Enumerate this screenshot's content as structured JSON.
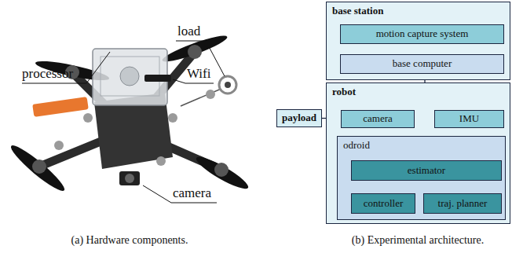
{
  "diagram": {
    "nodes": [
      {
        "text": [
          "base station"
        ]
      },
      {
        "text": [
          "motion capture system"
        ],
        "in": 0
      },
      {
        "text": [
          "base computer"
        ],
        "in": 0
      },
      {
        "text": [
          "robot"
        ]
      },
      {
        "text": [
          "payload"
        ]
      },
      {
        "text": [
          "camera"
        ],
        "in": 3
      },
      {
        "text": [
          "IMU"
        ],
        "in": 3
      },
      {
        "text": [
          "odroid"
        ],
        "in": 3
      },
      {
        "text": [
          "estimator"
        ],
        "in": 7
      },
      {
        "text": [
          "controller"
        ],
        "in": 7
      },
      {
        "text": [
          "traj. planner"
        ],
        "in": 7
      }
    ],
    "edges": [
      {
        "from": 1,
        "to": 2,
        "arrow": "to"
      },
      {
        "from": 2,
        "to": 8,
        "arrow": "to"
      },
      {
        "from": 4,
        "to": 5,
        "arrow": "to"
      },
      {
        "from": 5,
        "to": 8,
        "arrow": "to"
      },
      {
        "from": 6,
        "to": 8,
        "arrow": "to"
      },
      {
        "from": 8,
        "to": 9,
        "arrow": "to"
      },
      {
        "from": 9,
        "to": 8,
        "arrow": "to"
      },
      {
        "from": 10,
        "to": 9,
        "arrow": "to"
      },
      {
        "from": 9,
        "to": 8,
        "arrow": "to"
      }
    ],
    "labels": [
      "processor",
      "load",
      "Wifi",
      "camera",
      "(a) Hardware components.",
      "(b) Experimental architecture."
    ]
  }
}
